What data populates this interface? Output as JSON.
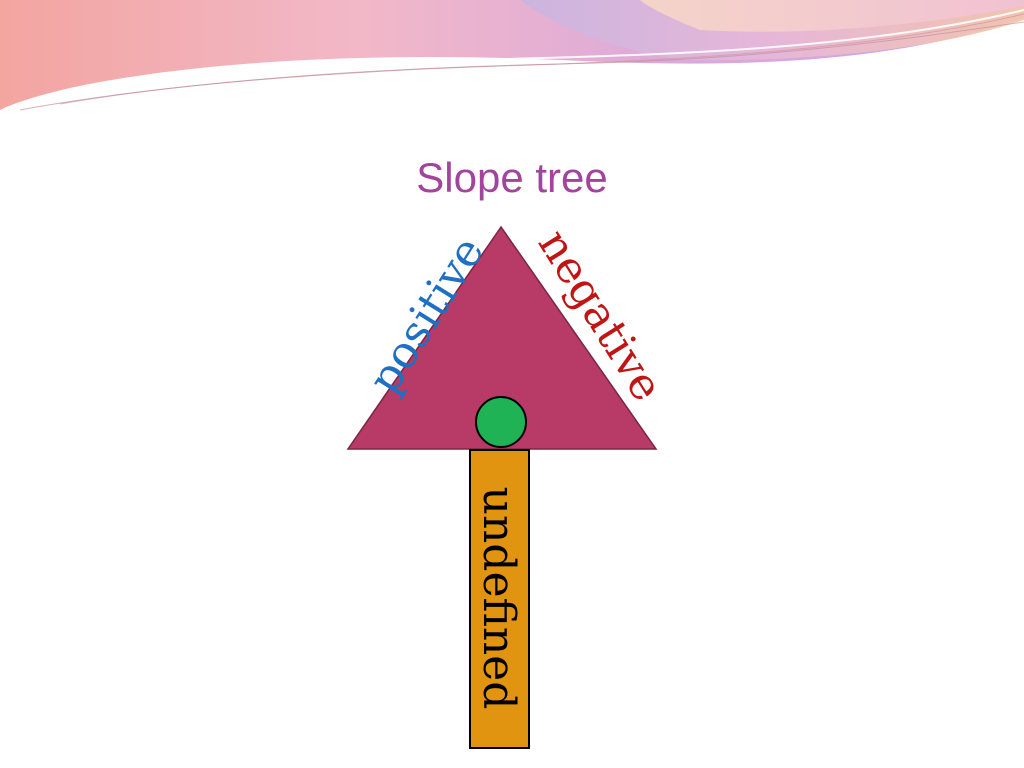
{
  "slide": {
    "title": "Slope tree"
  },
  "diagram": {
    "labels": {
      "positive": "positive",
      "negative": "negative",
      "undefined": "undefined"
    },
    "colors": {
      "title": "#a2449e",
      "crown": "#b83a66",
      "trunk": "#e0940f",
      "knot": "#1fb356",
      "positive": "#1f6fc2",
      "negative": "#c01515",
      "undefined": "#000000",
      "outline": "#000000"
    }
  }
}
